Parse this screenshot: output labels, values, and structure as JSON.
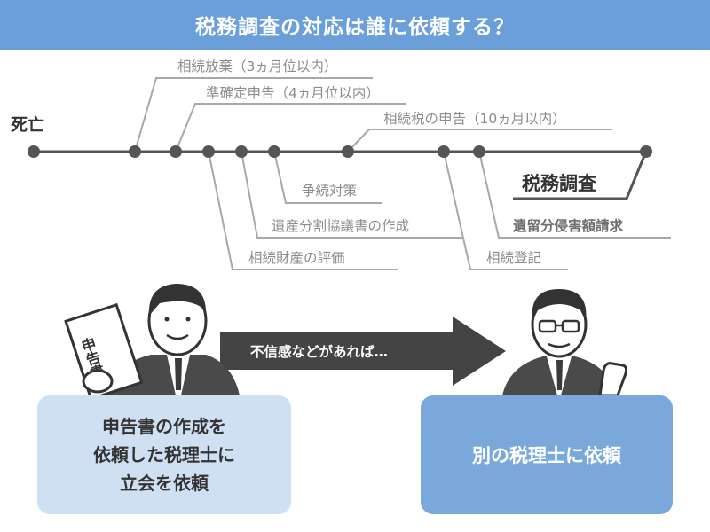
{
  "title": "税務調査の対応は誰に依頼する？",
  "timeline": {
    "start_label": "死亡",
    "events_above": [
      "相続放棄（3ヵ月位以内）",
      "準確定申告（4ヵ月位以内）",
      "相続税の申告（10ヵ月以内）"
    ],
    "events_below": [
      "争続対策",
      "遺産分割協議書の作成",
      "相続財産の評価",
      "相続登記",
      "遺留分侵害額請求"
    ],
    "highlight": "税務調査"
  },
  "arrow_text": "不信感などがあれば…",
  "document_text": "申告書",
  "left_box": [
    "申告書の作成を",
    "依頼した税理士に",
    "立会を依頼"
  ],
  "right_box": "別の税理士に依頼",
  "colors": {
    "title_bg": "#6a9fd9",
    "left_box": "#cfe0f3",
    "right_box": "#7aa8db",
    "arrow": "#444444"
  }
}
